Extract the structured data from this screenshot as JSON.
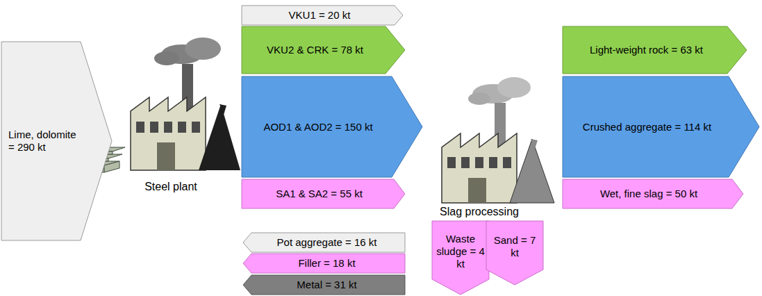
{
  "diagram": {
    "nodes": [
      {
        "text": [
          "Lime, dolomite = 290 kt"
        ]
      },
      {
        "text": [
          "VKU1 = 20 kt"
        ]
      },
      {
        "text": [
          "VKU2 & CRK = 78 kt"
        ]
      },
      {
        "text": [
          "AOD1 & AOD2 = 150 kt"
        ]
      },
      {
        "text": [
          "SA1 & SA2 = 55 kt"
        ]
      },
      {
        "text": [
          "Pot aggregate = 16 kt"
        ]
      },
      {
        "text": [
          "Filler = 18 kt"
        ]
      },
      {
        "text": [
          "Metal = 31 kt"
        ]
      },
      {
        "text": [
          "Waste sludge = 4 kt"
        ]
      },
      {
        "text": [
          "Sand = 7 kt"
        ]
      },
      {
        "text": [
          "Light-weight rock = 63 kt"
        ]
      },
      {
        "text": [
          "Crushed aggregate = 114 kt"
        ]
      },
      {
        "text": [
          "Wet, fine slag = 50 kt"
        ]
      }
    ],
    "labels": [
      "Steel plant",
      "Slag processing"
    ]
  }
}
